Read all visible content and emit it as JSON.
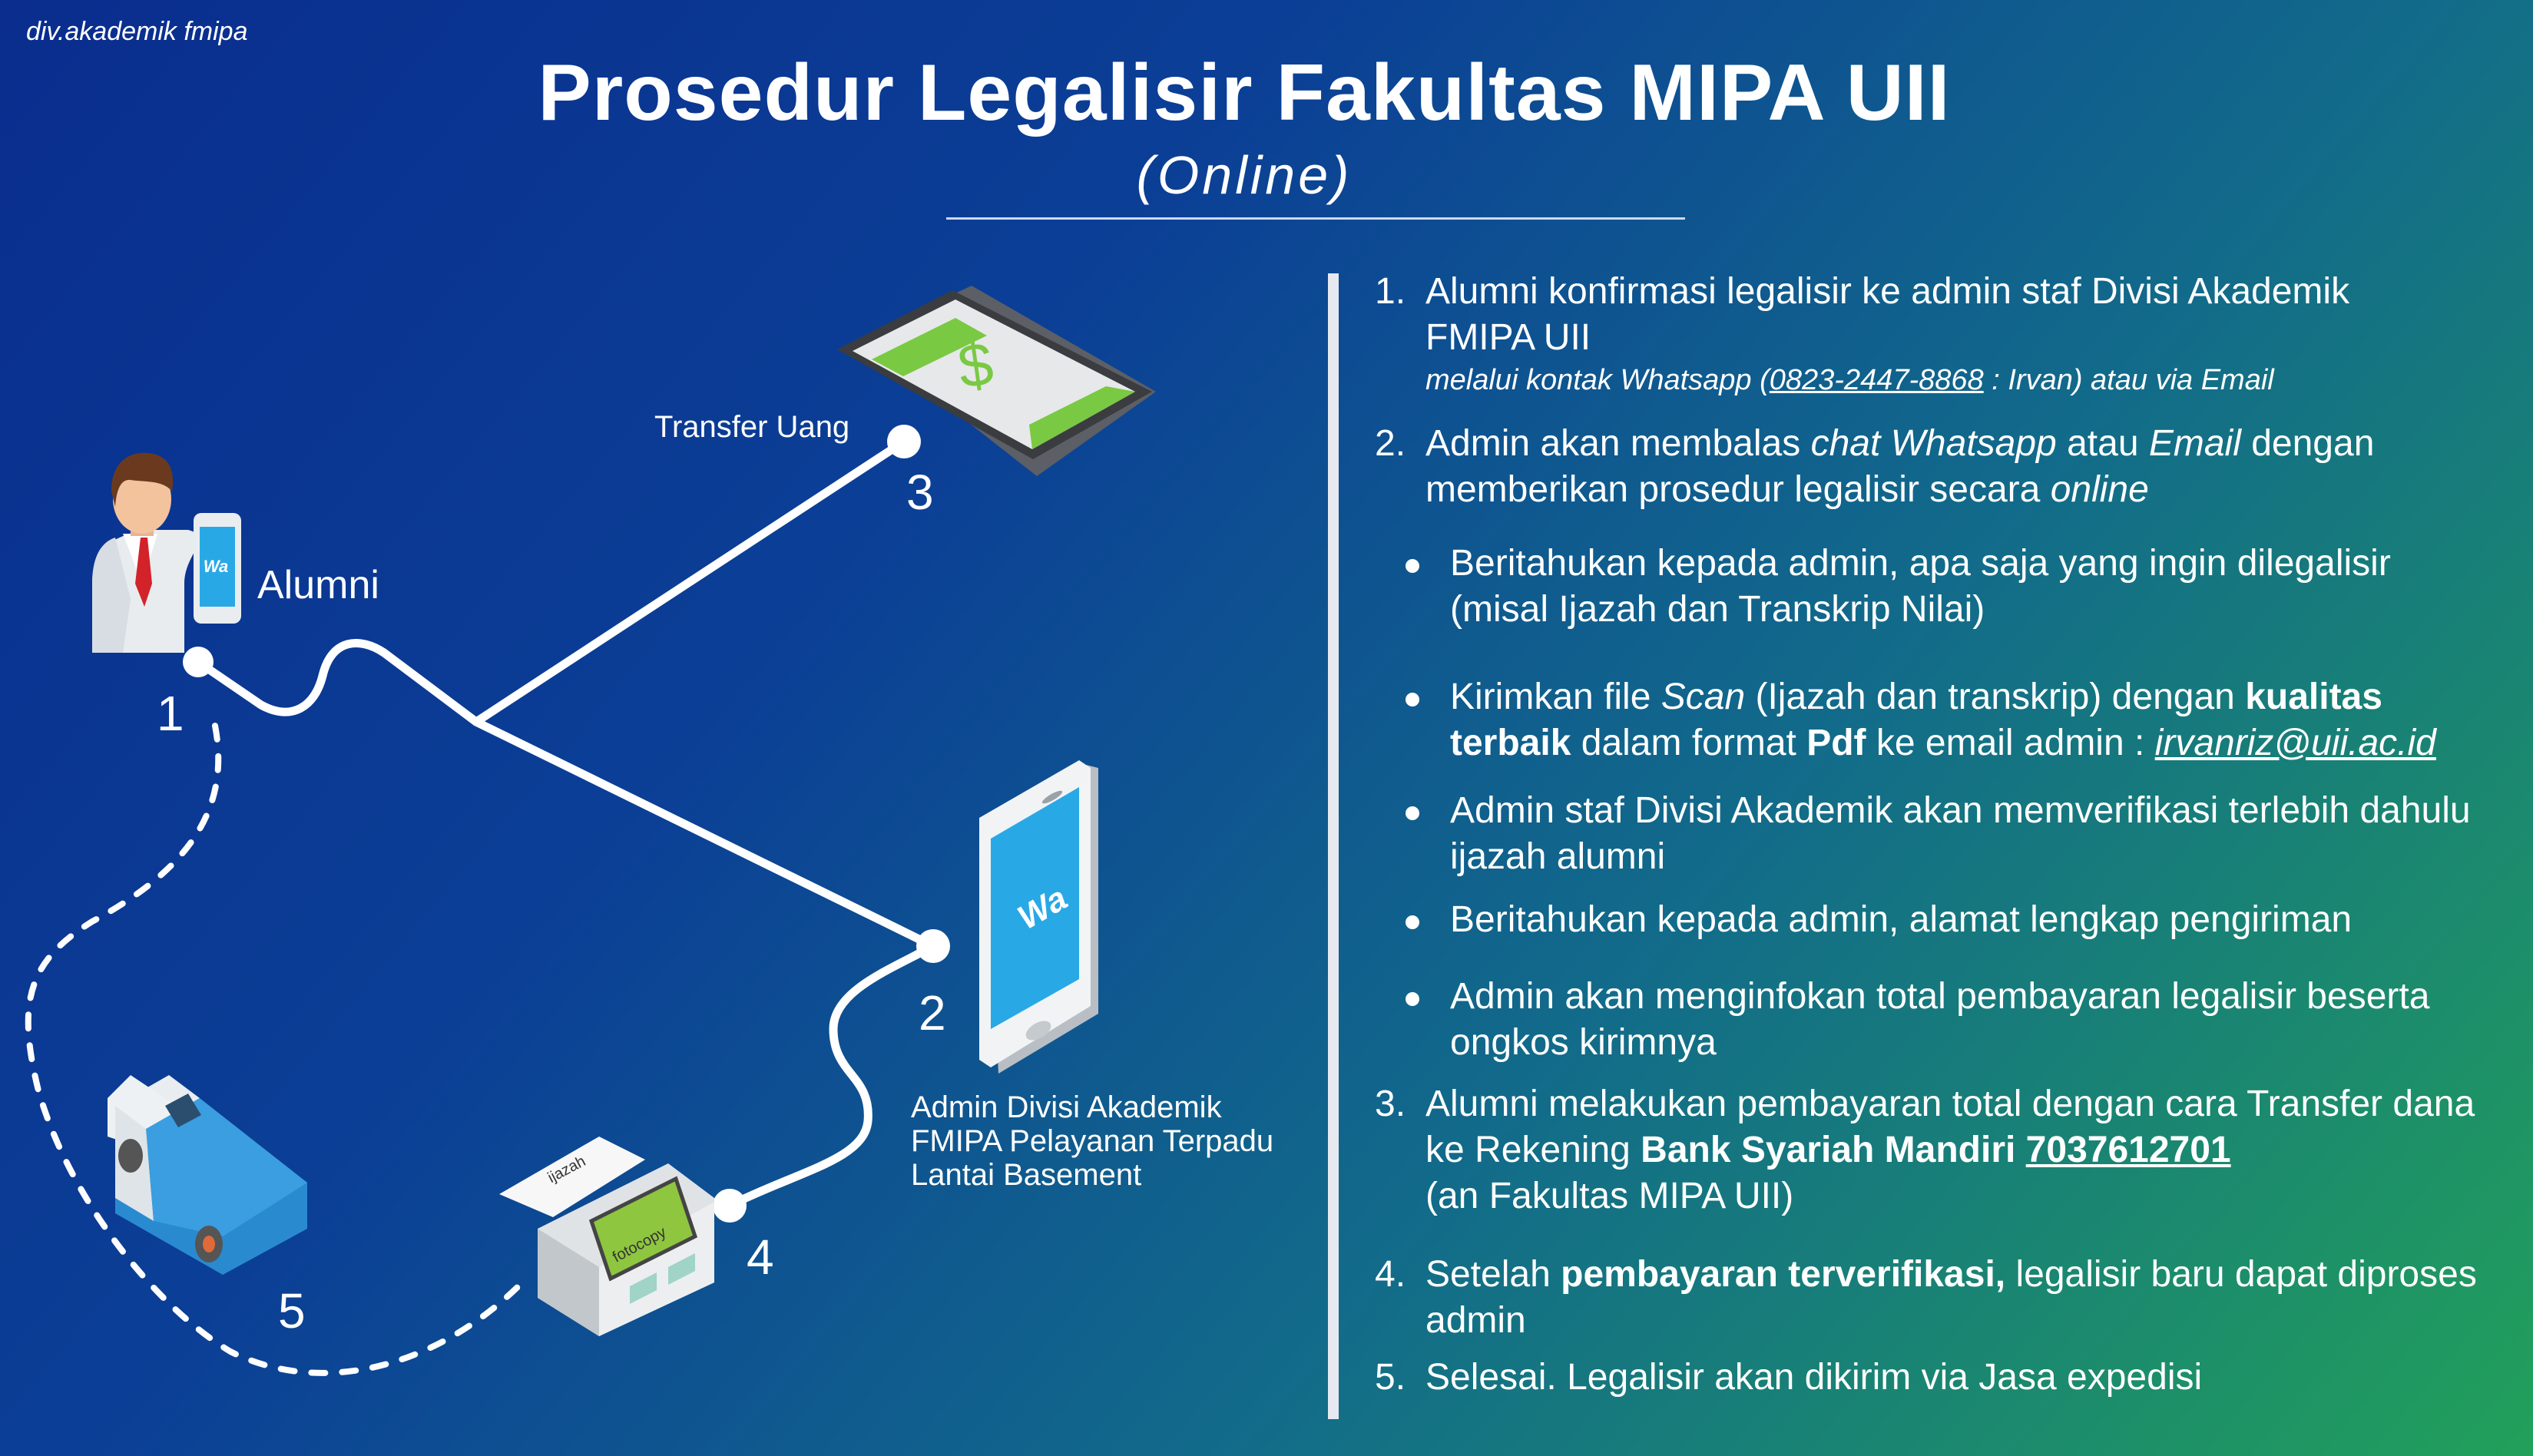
{
  "brand": "div.akademik fmipa",
  "title": "Prosedur Legalisir Fakultas MIPA UII",
  "subtitle": "(Online)",
  "diagram": {
    "alumni_label": "Alumni",
    "transfer_label": "Transfer Uang",
    "admin_label_1": "Admin Divisi Akademik",
    "admin_label_2": "FMIPA Pelayanan Terpadu",
    "admin_label_3": "Lantai Basement",
    "node_1": "1",
    "node_2": "2",
    "node_3": "3",
    "node_4": "4",
    "node_5": "5",
    "tablet_symbol": "$",
    "phone_wa": "Wa",
    "small_phone_wa": "Wa",
    "printer_paper": "ijazah",
    "printer_screen": "fotocopy"
  },
  "steps": {
    "s1_num": "1.",
    "s1_line1": "Alumni konfirmasi legalisir ke admin staf Divisi Akademik",
    "s1_line2": "FMIPA UII",
    "s1_note_a": "melalui kontak Whatsapp (",
    "s1_note_phone": "0823-2447-8868",
    "s1_note_b": " : Irvan) atau via Email",
    "s2_num": "2.",
    "s2_a": "Admin akan membalas ",
    "s2_b": "chat Whatsapp",
    "s2_c": " atau ",
    "s2_d": "Email",
    "s2_e": " dengan",
    "s2_f": "memberikan prosedur legalisir secara ",
    "s2_g": "online",
    "b1_line1": "Beritahukan kepada admin, apa saja yang ingin dilegalisir",
    "b1_line2": "(misal Ijazah dan Transkrip Nilai)",
    "b2_a": "Kirimkan file ",
    "b2_b": "Scan",
    "b2_c": " (Ijazah dan transkrip) dengan ",
    "b2_d": "kualitas",
    "b2_e": "terbaik",
    "b2_f": " dalam format ",
    "b2_g": "Pdf",
    "b2_h": " ke email admin : ",
    "b2_email": "irvanriz@uii.ac.id",
    "b3_line1": "Admin staf Divisi Akademik akan memverifikasi terlebih dahulu",
    "b3_line2": "ijazah alumni",
    "b4": "Beritahukan kepada admin, alamat lengkap pengiriman",
    "b5_line1": "Admin akan menginfokan total pembayaran legalisir beserta",
    "b5_line2": "ongkos kirimnya",
    "s3_num": "3.",
    "s3_line1": "Alumni melakukan pembayaran total dengan cara Transfer dana",
    "s3_a": "ke Rekening ",
    "s3_bank": "Bank Syariah Mandiri",
    "s3_account": "7037612701",
    "s3_line3": "(an Fakultas MIPA UII)",
    "s4_num": "4.",
    "s4_a": "Setelah ",
    "s4_b": "pembayaran terverifikasi,",
    "s4_c": " legalisir baru dapat diproses",
    "s4_line2": "admin",
    "s5_num": "5.",
    "s5": "Selesai. Legalisir akan dikirim via Jasa expedisi"
  },
  "colors": {
    "bg_start": "#0a2d8e",
    "bg_end": "#22a05a",
    "tablet_green": "#7ac943",
    "phone_blue": "#29a8e6",
    "van_blue": "#2a8ad0"
  }
}
